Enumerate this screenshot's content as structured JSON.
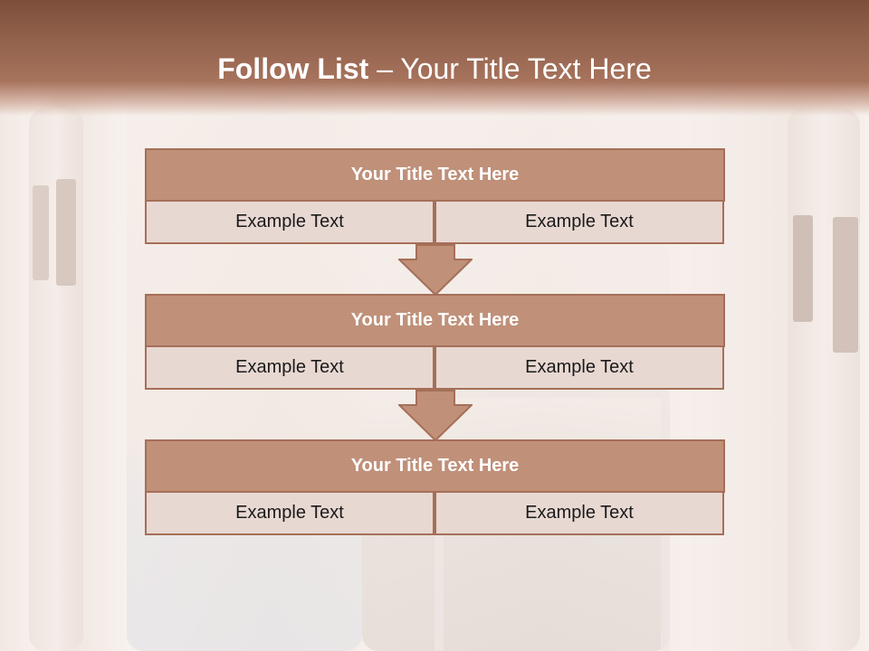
{
  "slide": {
    "title_bold": "Follow List",
    "title_rest": " – Your Title Text Here",
    "colors": {
      "title_bar": "#92624c",
      "header_fill": "#c09079",
      "cell_fill": "#e8d8d2",
      "border": "#a56f58"
    }
  },
  "list": [
    {
      "title": "Your Title Text Here",
      "left": "Example Text",
      "right": "Example Text"
    },
    {
      "title": "Your Title Text Here",
      "left": "Example Text",
      "right": "Example Text"
    },
    {
      "title": "Your Title Text Here",
      "left": "Example Text",
      "right": "Example Text"
    }
  ],
  "connectors": [
    "down-arrow-icon",
    "down-arrow-icon"
  ]
}
